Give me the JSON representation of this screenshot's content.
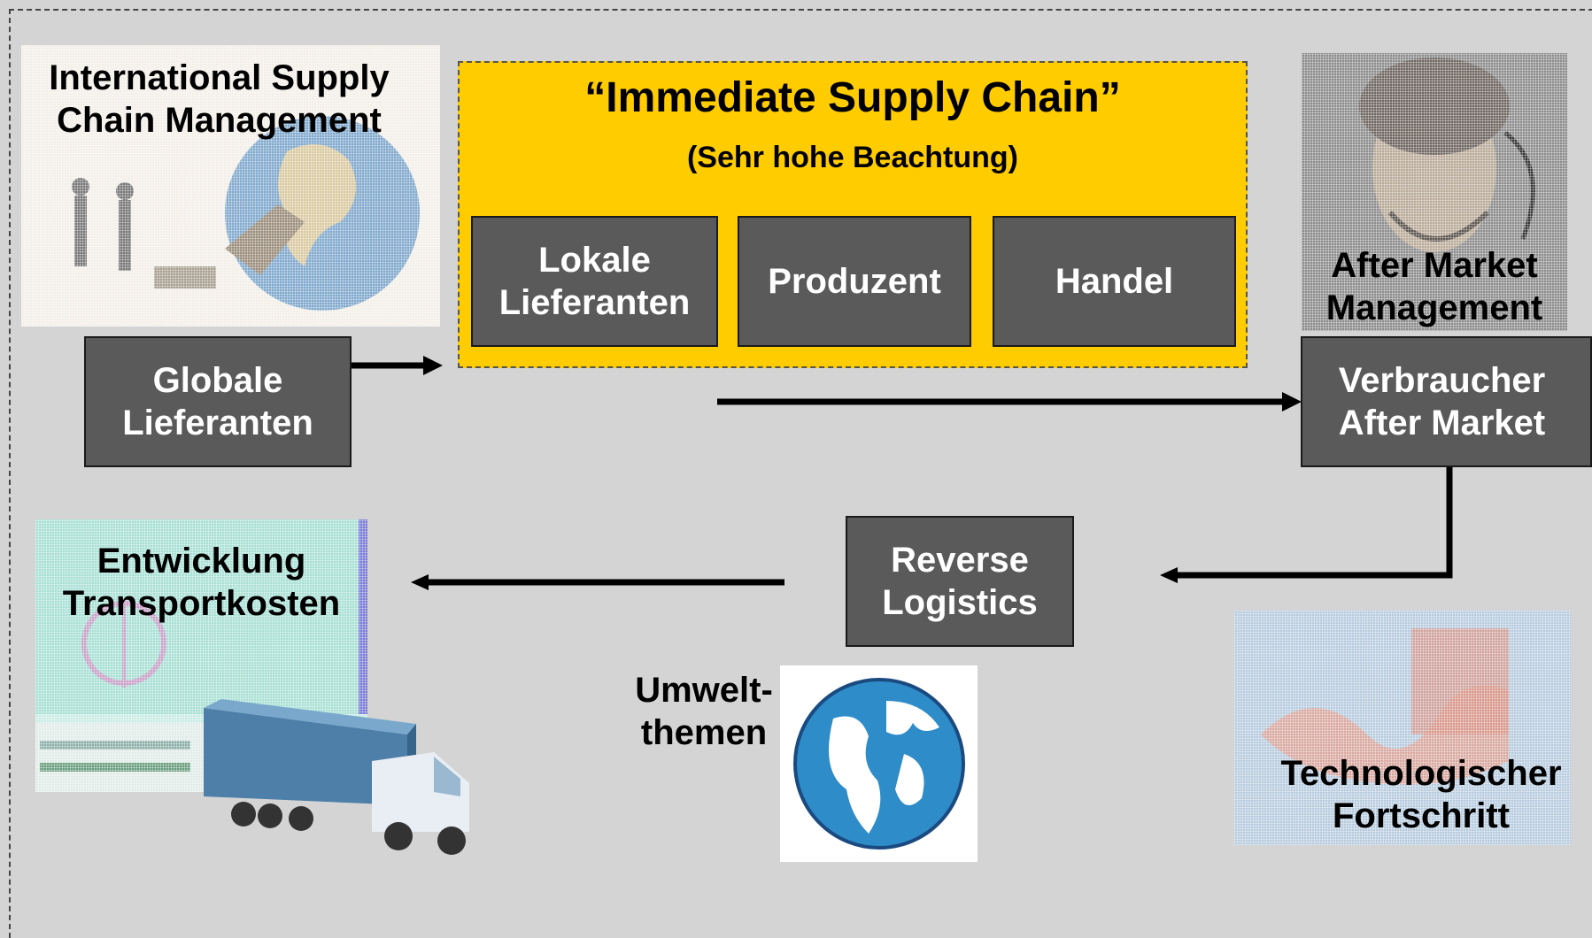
{
  "isc": {
    "title": "“Immediate Supply Chain”",
    "subtitle": "(Sehr hohe Beachtung)",
    "boxes": [
      "Lokale\nLieferanten",
      "Produzent",
      "Handel"
    ]
  },
  "nodes": {
    "globale": "Globale\nLieferanten",
    "verbraucher": "Verbraucher\nAfter Market",
    "reverse": "Reverse\nLogistics"
  },
  "labels": {
    "international": "International Supply\nChain Management",
    "after_market": "After Market\nManagement",
    "transportkosten": "Entwicklung\nTransportkosten",
    "umwelt": "Umwelt-\nthemen",
    "technologie": "Technologischer\nFortschritt"
  },
  "colors": {
    "background": "#d4d4d4",
    "isc_fill": "#ffcc00",
    "box_fill": "#5a5a5a"
  },
  "icons": [
    "globe-shipping-icon",
    "headset-person-icon",
    "transport-map-icon",
    "truck-icon",
    "earth-globe-icon",
    "rfid-hand-icon"
  ]
}
